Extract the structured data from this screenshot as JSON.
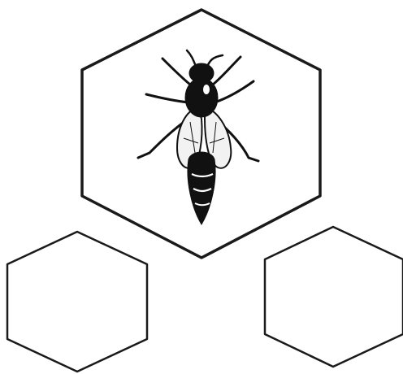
{
  "illustration": {
    "subject": "bee",
    "style": "black-and-white line art",
    "hexagon_count": 3,
    "stroke_color": "#1a1a1a",
    "fill_color": "#ffffff",
    "bee_body_color": "#111111",
    "wing_color": "#f2f2f2",
    "icons": [
      "hexagon-icon",
      "bee-icon"
    ]
  }
}
